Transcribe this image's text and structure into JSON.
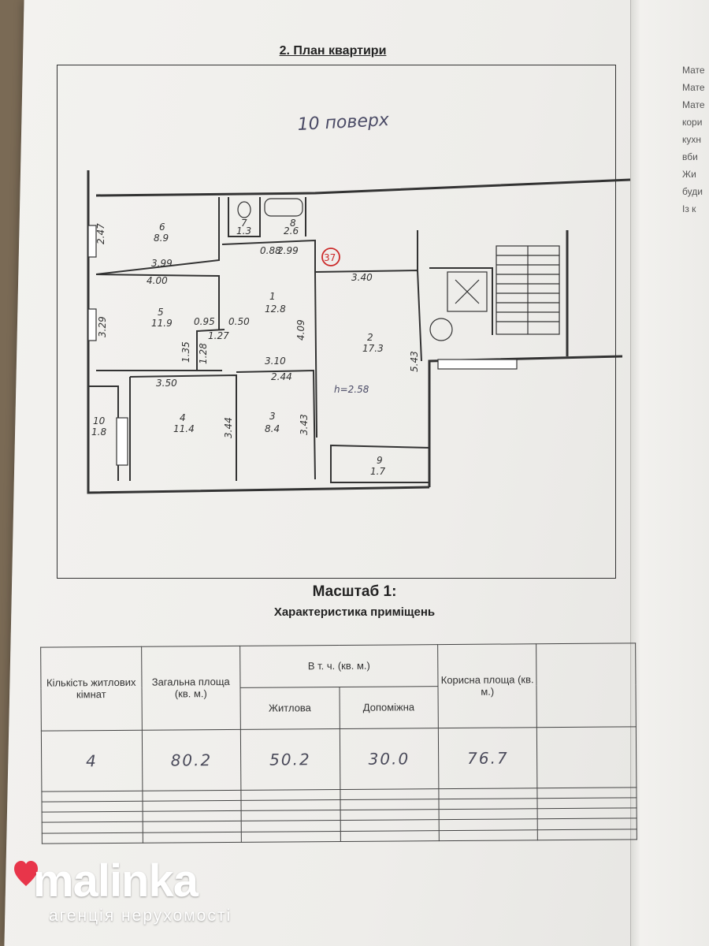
{
  "header": {
    "section_title": "2. План квартири"
  },
  "plan": {
    "floor_label": "10 поверх",
    "apartment_no": "37",
    "ceiling_height": "h=2.58",
    "rooms": [
      {
        "no": "6",
        "area": "8.9"
      },
      {
        "no": "5",
        "area": "11.9"
      },
      {
        "no": "1",
        "area": "12.8"
      },
      {
        "no": "2",
        "area": "17.3"
      },
      {
        "no": "4",
        "area": "11.4"
      },
      {
        "no": "3",
        "area": "8.4"
      },
      {
        "no": "10",
        "area": "1.8"
      },
      {
        "no": "9",
        "area": "1.7"
      },
      {
        "no": "7",
        "area": "1.3"
      },
      {
        "no": "8",
        "area": "2.6"
      }
    ],
    "dimensions": [
      "2.47",
      "3.99",
      "4.00",
      "3.29",
      "0.95",
      "0.50",
      "3.50",
      "3.10",
      "2.44",
      "3.44",
      "3.43",
      "5.43",
      "3.40",
      "4.09",
      "0.88",
      "1.28",
      "1.35",
      "1.27",
      "2.99"
    ]
  },
  "scale_label": "Масштаб 1:",
  "subtitle": "Характеристика приміщень",
  "table": {
    "headers": {
      "rooms_count": "Кількість житлових кімнат",
      "total_area": "Загальна площа (кв. м.)",
      "including": "В т. ч. (кв. м.)",
      "living": "Житлова",
      "auxiliary": "Допоміжна",
      "useful_area": "Корисна площа (кв. м.)"
    },
    "row": {
      "rooms_count": "4",
      "total_area": "80.2",
      "living": "50.2",
      "auxiliary": "30.0",
      "useful_area": "76.7"
    }
  },
  "side_text": [
    "Мате",
    "Мате",
    "Мате",
    "кори",
    "кухн",
    "вби",
    "Жи",
    "буди",
    "Із к"
  ],
  "brand": {
    "name": "malinka",
    "tagline": "агенція нерухомості",
    "color": "#e8354a"
  }
}
